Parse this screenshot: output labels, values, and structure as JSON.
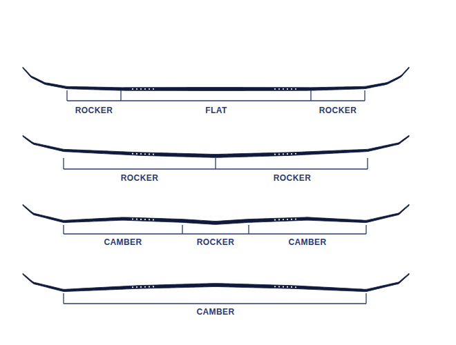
{
  "diagram": {
    "labels": [
      "ROCKER",
      "FLAT",
      "ROCKER",
      "ROCKER",
      "ROCKER",
      "CAMBER",
      "ROCKER",
      "CAMBER",
      "CAMBER"
    ]
  }
}
